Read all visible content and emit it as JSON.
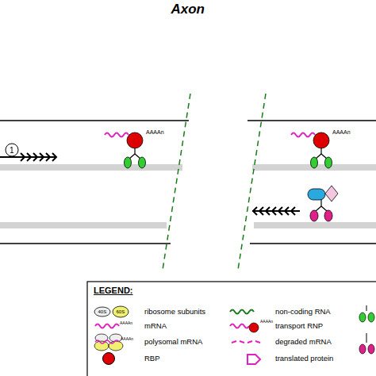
{
  "diagram": {
    "title": "Axon",
    "labels": [
      "1",
      "AAAAn",
      "AAAAn",
      "LEGEND:",
      "40S",
      "60S",
      "AAAAn",
      "AAAAn",
      "AAAAn"
    ],
    "legend": [
      {
        "text": "ribosome subunits"
      },
      {
        "text": "mRNA"
      },
      {
        "text": "polysomal mRNA"
      },
      {
        "text": "RBP",
        "color": "#dd0000"
      },
      {
        "text": "non-coding RNA"
      },
      {
        "text": "transport RNP"
      },
      {
        "text": "degraded mRNA"
      },
      {
        "text": "translated protein"
      }
    ]
  }
}
